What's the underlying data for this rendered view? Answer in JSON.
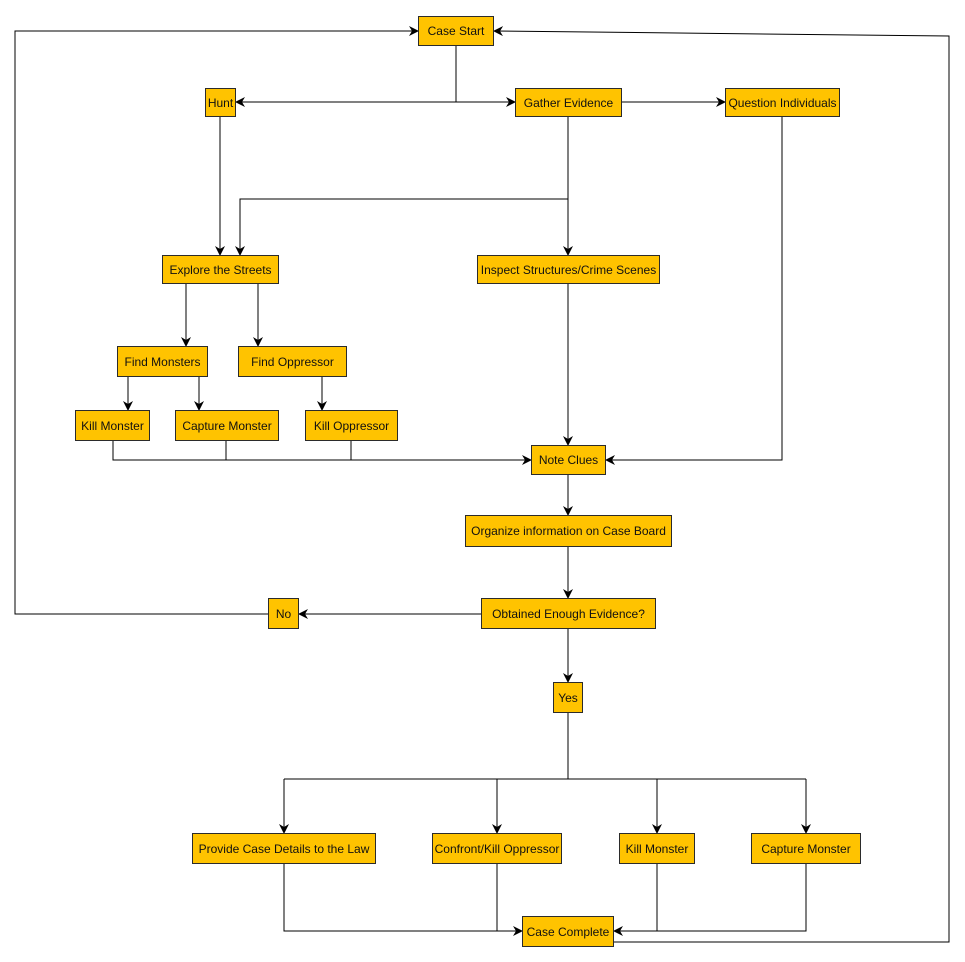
{
  "colors": {
    "node_fill": "#ffc300",
    "node_border": "#2b2b2b",
    "edge": "#000000",
    "background": "#ffffff"
  },
  "nodes": {
    "case_start": "Case Start",
    "hunt": "Hunt",
    "gather_evidence": "Gather Evidence",
    "question_individuals": "Question Individuals",
    "explore_streets": "Explore the Streets",
    "inspect_structures": "Inspect Structures/Crime Scenes",
    "find_monsters": "Find Monsters",
    "find_oppressor": "Find Oppressor",
    "kill_monster_1": "Kill Monster",
    "capture_monster_1": "Capture Monster",
    "kill_oppressor": "Kill Oppressor",
    "note_clues": "Note Clues",
    "organize_info": "Organize information on Case Board",
    "enough_evidence": "Obtained Enough Evidence?",
    "no": "No",
    "yes": "Yes",
    "provide_details": "Provide Case Details to the Law",
    "confront_oppressor": "Confront/Kill Oppressor",
    "kill_monster_2": "Kill Monster",
    "capture_monster_2": "Capture Monster",
    "case_complete": "Case Complete"
  },
  "edges": [
    {
      "from": "case_start",
      "to": "hunt"
    },
    {
      "from": "case_start",
      "to": "gather_evidence"
    },
    {
      "from": "gather_evidence",
      "to": "hunt"
    },
    {
      "from": "gather_evidence",
      "to": "question_individuals"
    },
    {
      "from": "hunt",
      "to": "explore_streets"
    },
    {
      "from": "gather_evidence",
      "to": "explore_streets"
    },
    {
      "from": "gather_evidence",
      "to": "inspect_structures"
    },
    {
      "from": "explore_streets",
      "to": "find_monsters"
    },
    {
      "from": "explore_streets",
      "to": "find_oppressor"
    },
    {
      "from": "find_monsters",
      "to": "kill_monster_1"
    },
    {
      "from": "find_monsters",
      "to": "capture_monster_1"
    },
    {
      "from": "find_oppressor",
      "to": "kill_oppressor"
    },
    {
      "from": "kill_monster_1",
      "to": "note_clues"
    },
    {
      "from": "capture_monster_1",
      "to": "note_clues"
    },
    {
      "from": "kill_oppressor",
      "to": "note_clues"
    },
    {
      "from": "inspect_structures",
      "to": "note_clues"
    },
    {
      "from": "question_individuals",
      "to": "note_clues"
    },
    {
      "from": "note_clues",
      "to": "organize_info"
    },
    {
      "from": "organize_info",
      "to": "enough_evidence"
    },
    {
      "from": "enough_evidence",
      "to": "no"
    },
    {
      "from": "no",
      "to": "case_start"
    },
    {
      "from": "enough_evidence",
      "to": "yes"
    },
    {
      "from": "yes",
      "to": "provide_details"
    },
    {
      "from": "yes",
      "to": "confront_oppressor"
    },
    {
      "from": "yes",
      "to": "kill_monster_2"
    },
    {
      "from": "yes",
      "to": "capture_monster_2"
    },
    {
      "from": "provide_details",
      "to": "case_complete"
    },
    {
      "from": "confront_oppressor",
      "to": "case_complete"
    },
    {
      "from": "kill_monster_2",
      "to": "case_complete"
    },
    {
      "from": "capture_monster_2",
      "to": "case_complete"
    },
    {
      "from": "case_complete",
      "to": "case_start"
    }
  ]
}
